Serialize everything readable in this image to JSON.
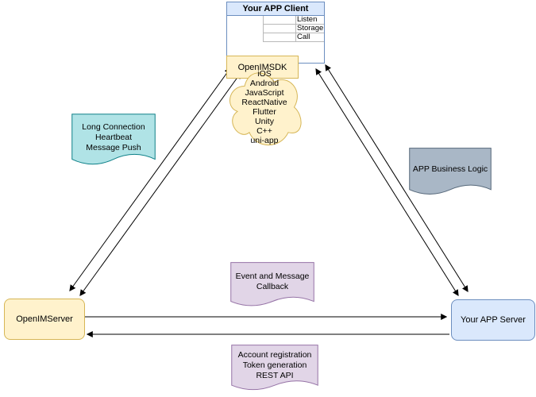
{
  "diagram": {
    "client": {
      "title": "Your APP Client",
      "interfaces": [
        "Listen",
        "Storage",
        "Call"
      ],
      "sdk_label": "OpenIMSDK"
    },
    "cloud_platforms": [
      "iOS",
      "Android",
      "JavaScript",
      "ReactNative",
      "Flutter",
      "Unity",
      "C++",
      "uni-app"
    ],
    "notes": {
      "long_connection": "Long Connection\nHeartbeat\nMessage Push",
      "app_business_logic": "APP Business Logic",
      "event_callback": "Event and Message\nCallback",
      "rest_api": "Account registration\nToken generation\nREST API"
    },
    "nodes": {
      "openim_server": "OpenIMServer",
      "app_server": "Your APP Server"
    },
    "colors": {
      "blue_fill": "#dae8fc",
      "blue_stroke": "#6c8ebf",
      "yellow_fill": "#fff2cc",
      "yellow_stroke": "#d6b656",
      "teal_fill": "#b0e3e6",
      "teal_stroke": "#0e8088",
      "gray_fill": "#a9b7c6",
      "gray_stroke": "#56687a",
      "purple_fill": "#e1d5e7",
      "purple_stroke": "#9673a6",
      "arrow": "#000000"
    }
  }
}
